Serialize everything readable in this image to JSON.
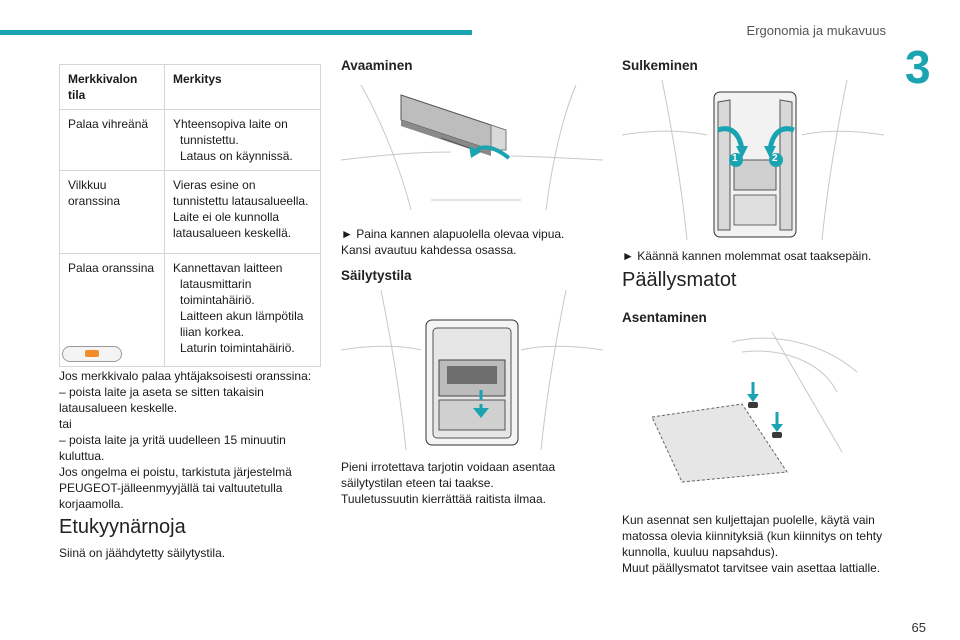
{
  "header": {
    "title": "Ergonomia ja mukavuus",
    "chapter": "3",
    "page_number": "65"
  },
  "table": {
    "head": {
      "col1": "Merkkivalon tila",
      "col2": "Merkitys"
    },
    "rows": [
      {
        "state": "Palaa vihreänä",
        "meaning_lines": [
          "Yhteensopiva laite on",
          "tunnistettu.",
          "Lataus on käynnissä."
        ]
      },
      {
        "state_lines": [
          "Vilkkuu",
          "oranssina"
        ],
        "meaning_lines": [
          "Vieras esine on",
          "tunnistettu latausalueella.",
          "Laite ei ole kunnolla",
          "latausalueen keskellä."
        ]
      },
      {
        "state": "Palaa oranssina",
        "meaning_lines": [
          "Kannettavan laitteen",
          "latausmittarin",
          "toimintahäiriö.",
          "Laitteen akun lämpötila",
          "liian korkea.",
          "Laturin toimintahäiriö."
        ]
      }
    ]
  },
  "warning": {
    "icon": "charging-indicator-icon",
    "lines": [
      "Jos merkkivalo palaa yhtäjaksoisesti oranssina:",
      "– poista laite ja aseta se sitten takaisin",
      "latausalueen keskelle.",
      "tai",
      "– poista laite ja yritä uudelleen 15 minuutin",
      "kuluttua.",
      "Jos ongelma ei poistu, tarkistuta järjestelmä",
      "PEUGEOT-jälleenmyyjällä tai valtuutetulla",
      "korjaamolla."
    ]
  },
  "etukyynarnoja": {
    "title": "Etukyynärnoja",
    "text": "Siinä on jäähdytetty säilytystila."
  },
  "avaaminen": {
    "title": "Avaaminen",
    "lines": [
      "► Paina kannen alapuolella olevaa vipua.",
      "Kansi avautuu kahdessa osassa."
    ]
  },
  "sailytystila": {
    "title": "Säilytystila",
    "lines": [
      "Pieni irrotettava tarjotin voidaan asentaa",
      "säilytystilan eteen tai taakse.",
      "Tuuletussuutin kierrättää raitista ilmaa."
    ]
  },
  "sulkeminen": {
    "title": "Sulkeminen",
    "text": "► Käännä kannen molemmat osat taaksepäin.",
    "marker1": "1",
    "marker2": "2"
  },
  "paallysmatot": {
    "title": "Päällysmatot"
  },
  "asentaminen": {
    "title": "Asentaminen",
    "lines": [
      "Kun asennat sen kuljettajan puolelle, käytä vain",
      "matossa olevia kiinnityksiä (kun kiinnitys on tehty",
      "kunnolla, kuuluu napsahdus).",
      "Muut päällysmatot tarvitsee vain asettaa lattialle."
    ]
  },
  "colors": {
    "accent": "#1aa4b2",
    "warning_orange": "#f28c28"
  }
}
